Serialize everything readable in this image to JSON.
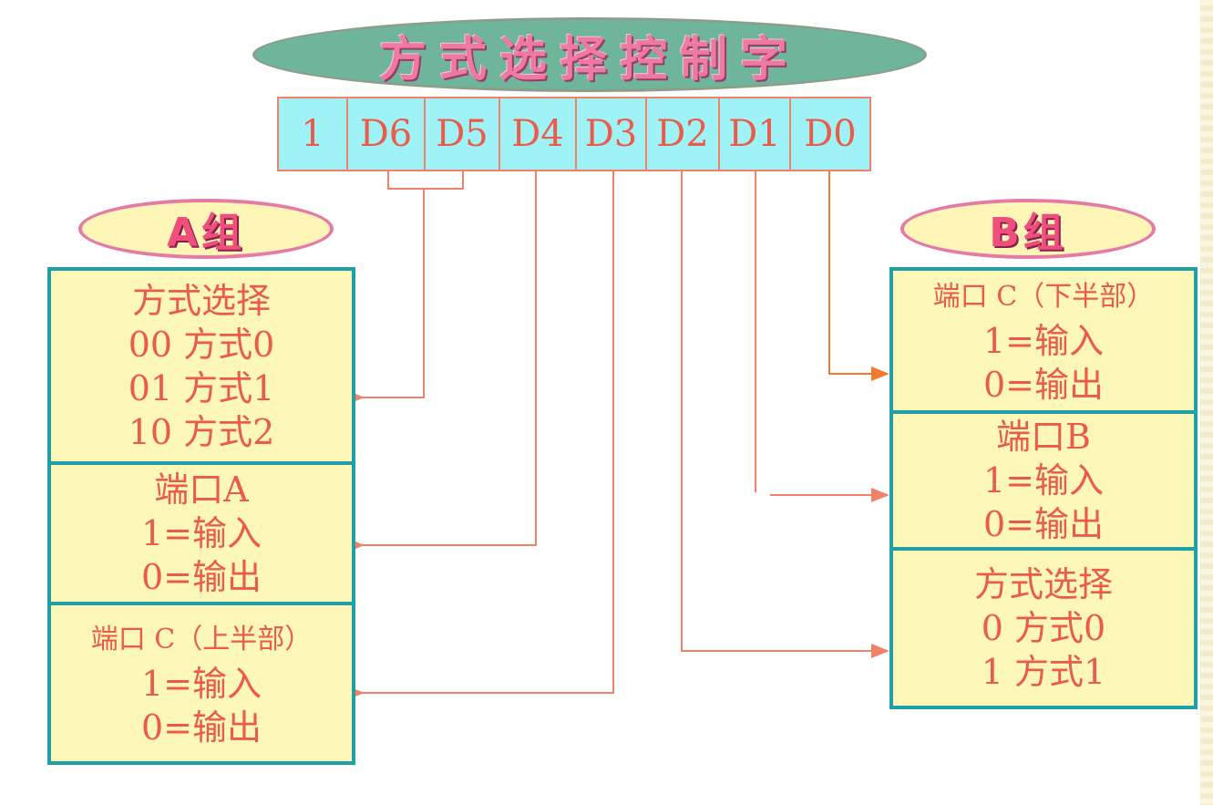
{
  "title": "方式选择控制字",
  "bits": [
    "1",
    "D6",
    "D5",
    "D4",
    "D3",
    "D2",
    "D1",
    "D0"
  ],
  "group_a": {
    "label": "A组",
    "mode_box": {
      "heading": "方式选择",
      "lines": [
        "00 方式0",
        "01 方式1",
        "10 方式2"
      ]
    },
    "port_a_box": {
      "heading": "端口A",
      "lines": [
        "1=输入",
        "0=输出"
      ]
    },
    "port_c_upper_box": {
      "heading": "端口 C（上半部）",
      "lines": [
        "1=输入",
        "0=输出"
      ]
    }
  },
  "group_b": {
    "label": "B组",
    "port_c_lower_box": {
      "heading": "端口 C（下半部）",
      "lines": [
        "1=输入",
        "0=输出"
      ]
    },
    "port_b_box": {
      "heading": "端口B",
      "lines": [
        "1=输入",
        "0=输出"
      ]
    },
    "mode_box": {
      "heading": "方式选择",
      "lines": [
        "0 方式0",
        "1 方式1"
      ]
    }
  },
  "colors": {
    "title_fill": "#6fb59c",
    "title_text": "#ee7aa4",
    "bit_fill": "#9ff3f7",
    "panel_fill": "#fdf7b8",
    "panel_border": "#1f9fa6",
    "text": "#ea5b4a",
    "wire": "#f0826a",
    "wire_d0": "#f07a30"
  }
}
